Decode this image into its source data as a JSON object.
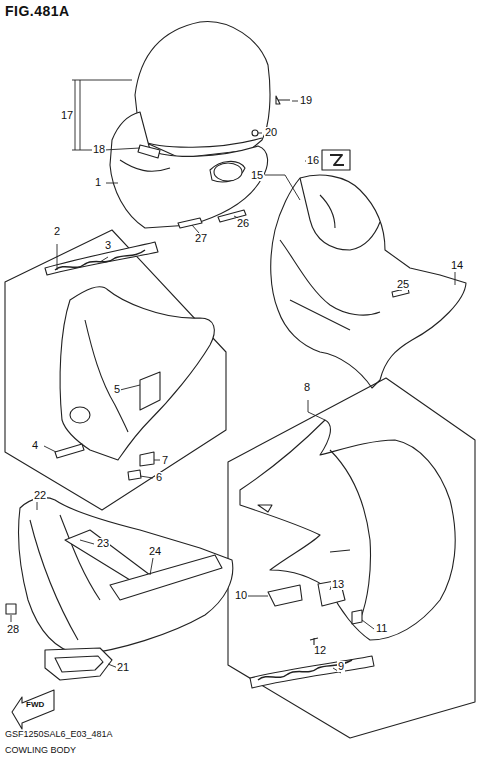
{
  "diagram": {
    "title": "FIG.481A",
    "caption": "COWLING BODY",
    "labels": [
      "17",
      "18",
      "19",
      "20",
      "1",
      "16",
      "15",
      "26",
      "27",
      "2",
      "3",
      "14",
      "25",
      "5",
      "4",
      "7",
      "6",
      "8",
      "22",
      "23",
      "24",
      "10",
      "13",
      "11",
      "12",
      "9",
      "28",
      "21",
      "GSF1250SAL6_E03_481A",
      "FWD"
    ]
  }
}
